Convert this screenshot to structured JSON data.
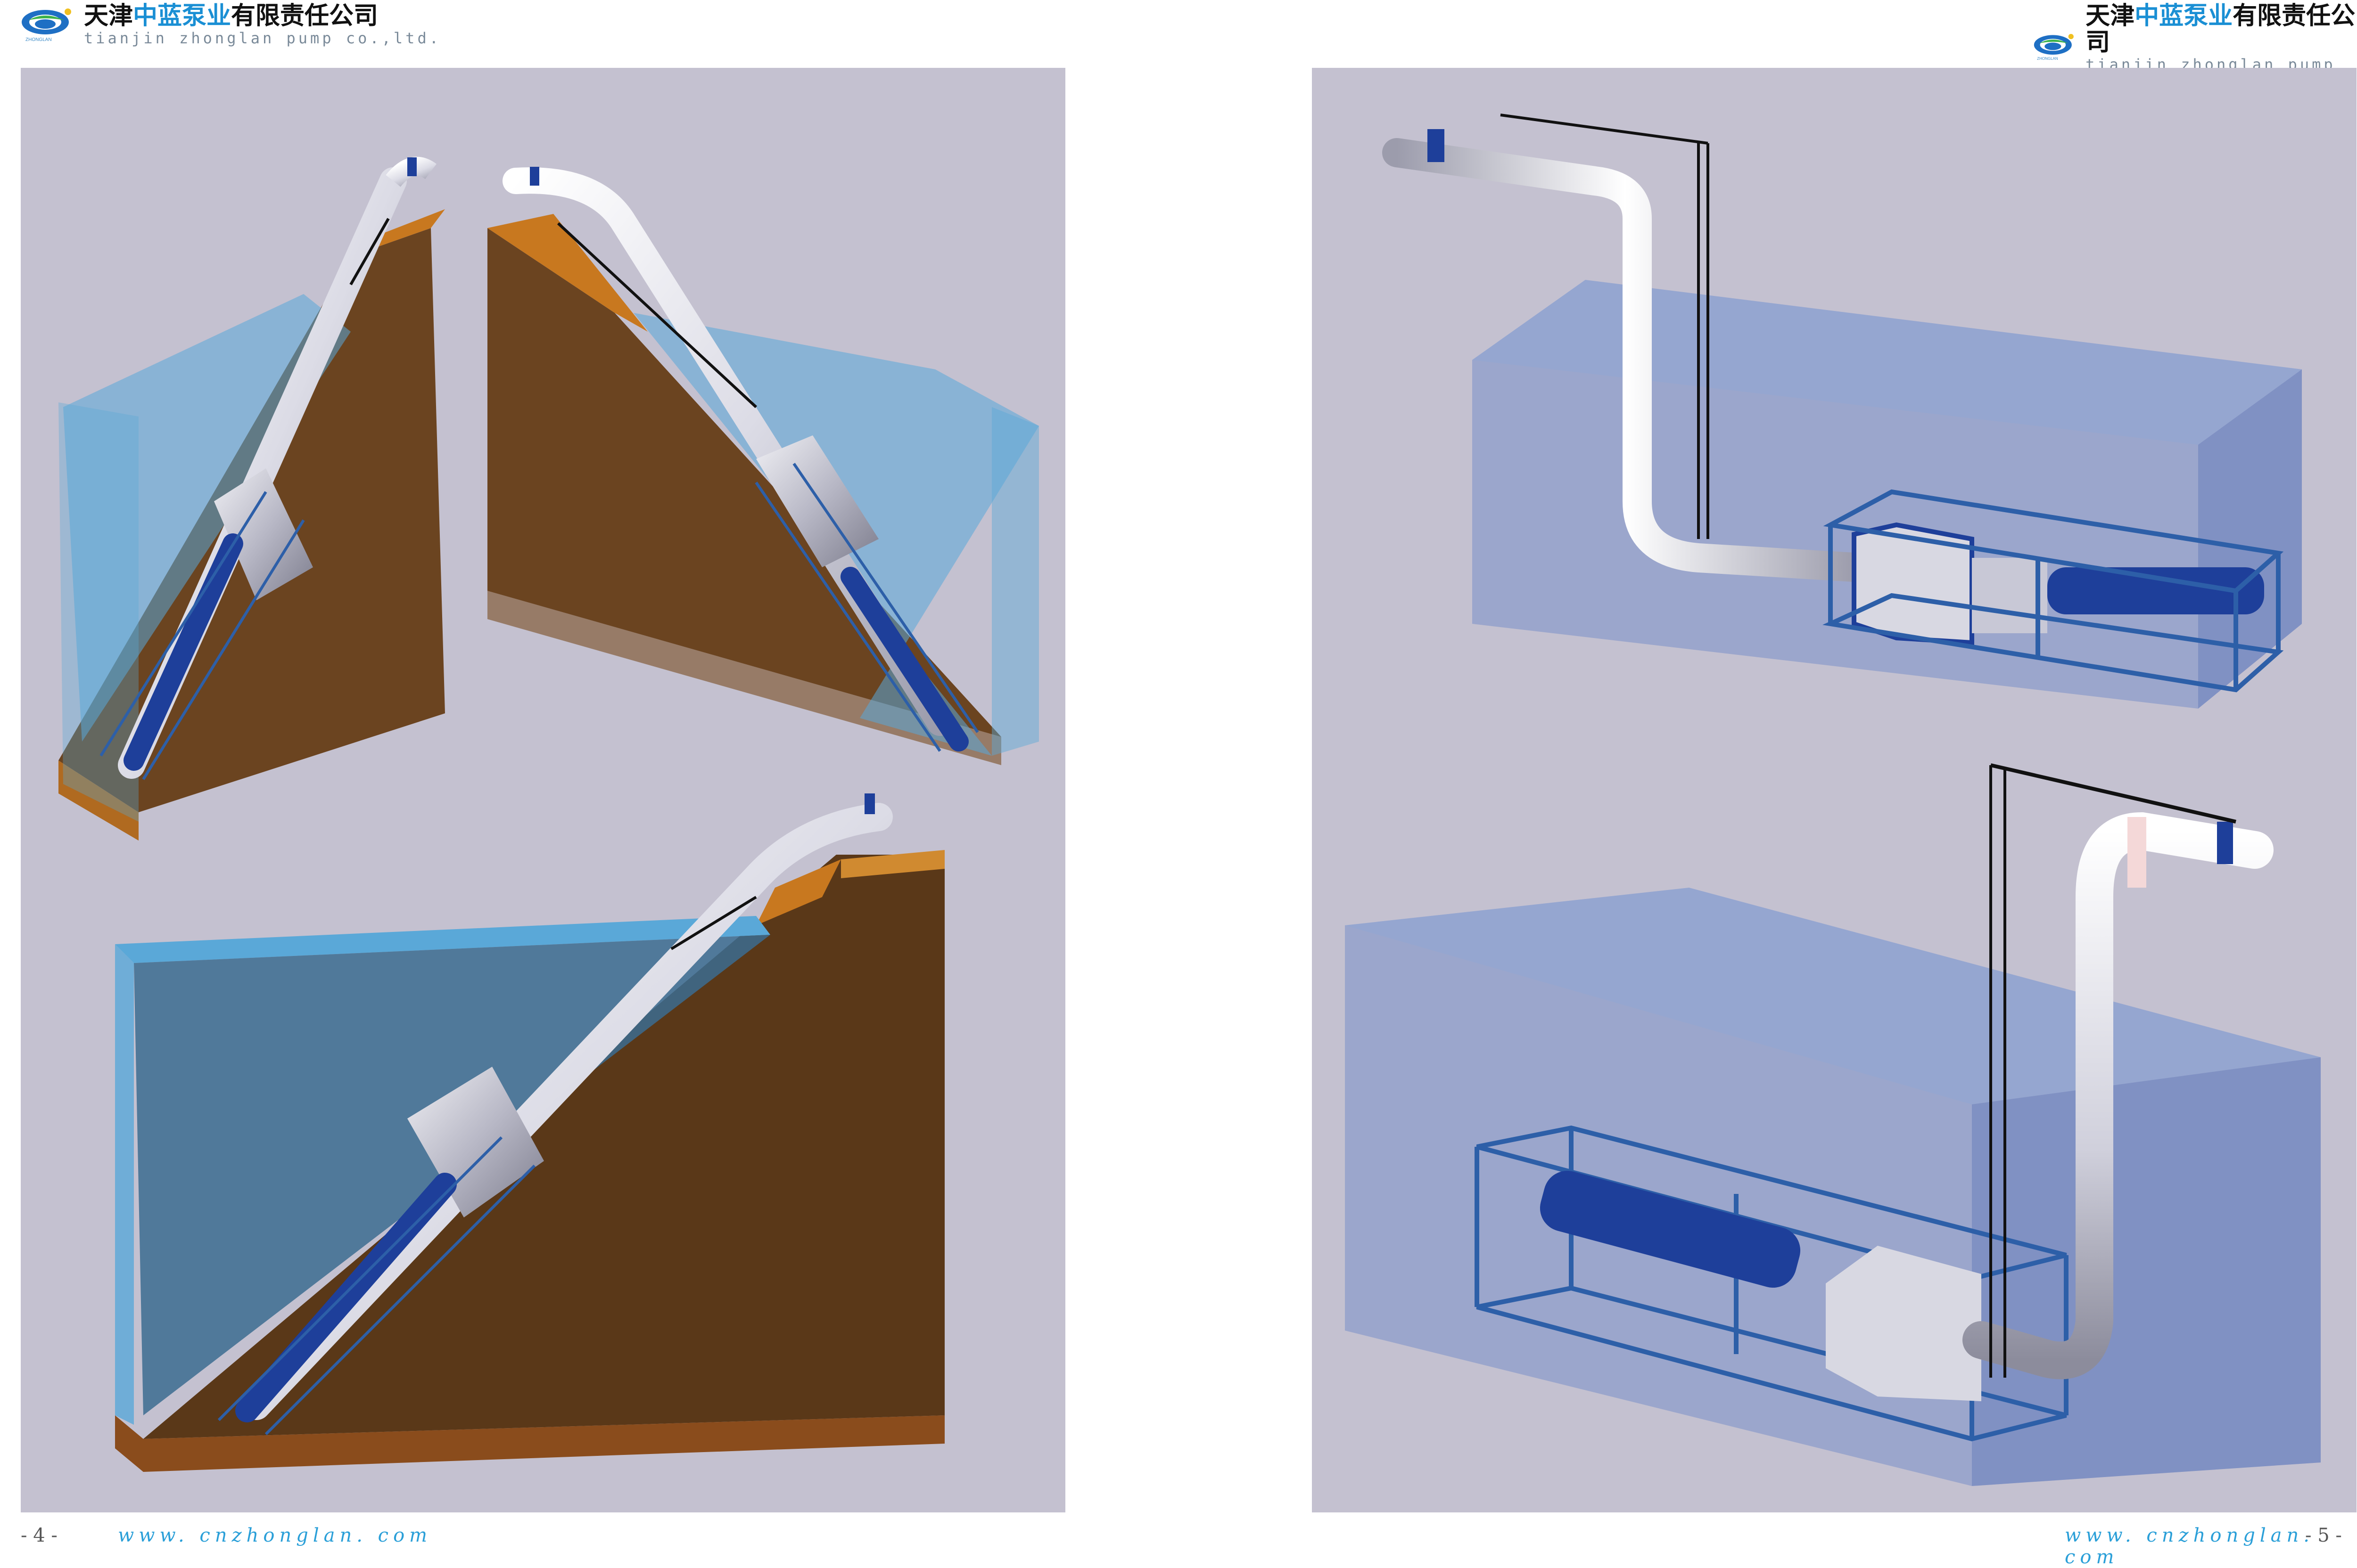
{
  "company": {
    "name_cn_parts": [
      "天津",
      "中蓝泵业",
      "有限责任公司"
    ],
    "name_en": "tianjin zhonglan pump co.,ltd.",
    "logo_small_text": "ZHONGLAN"
  },
  "footer": {
    "left_page": "- 4 -",
    "right_page": "- 5 -",
    "url": "www. cnzhonglan. com"
  },
  "colors": {
    "panel_bg": "#c4c1d0",
    "soil": "#6b4420",
    "soil_top": "#c8781f",
    "water": "#5aa8d8",
    "pump_blue": "#1e3f9a",
    "frame": "#2d5fa8",
    "pipe": "#e4e4ec"
  },
  "icons": [
    "logo-icon"
  ]
}
